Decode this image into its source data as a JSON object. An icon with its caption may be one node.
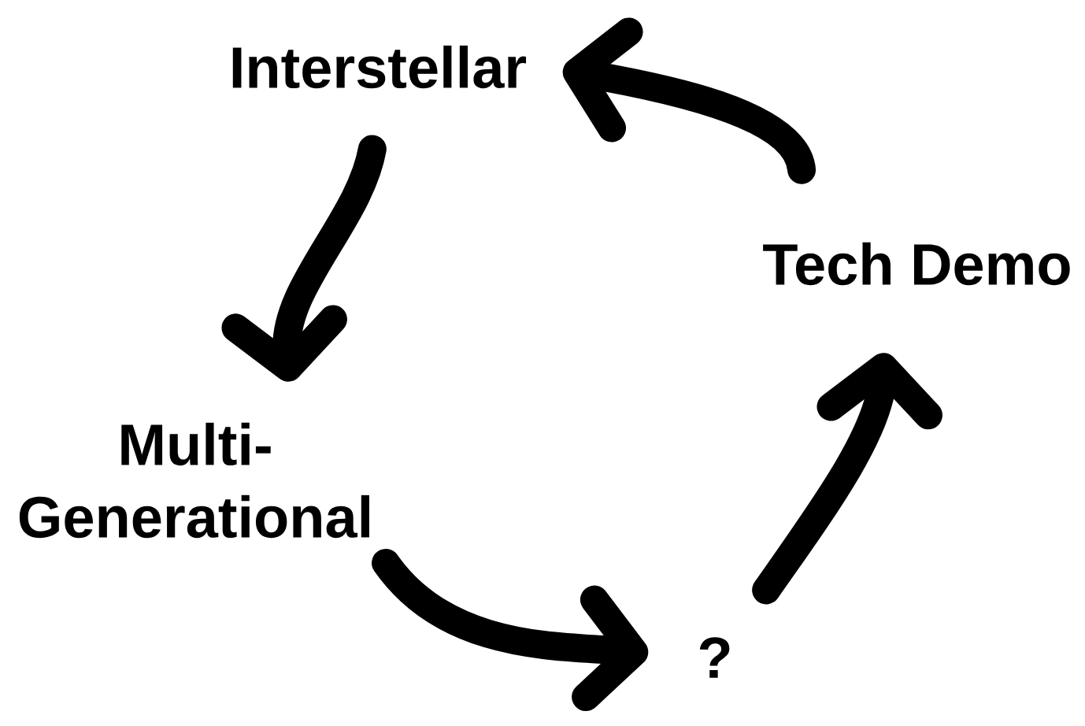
{
  "diagram": {
    "nodes": [
      {
        "text": [
          "Interstellar"
        ]
      },
      {
        "text": [
          "Tech Demo"
        ]
      },
      {
        "text": [
          "Multi-Generational"
        ]
      },
      {
        "text": [
          "?"
        ]
      }
    ],
    "edges": [
      {
        "from": 1,
        "to": 0,
        "arrow": "to"
      },
      {
        "from": 0,
        "to": 2,
        "arrow": "to"
      },
      {
        "from": 2,
        "to": 3,
        "arrow": "to"
      },
      {
        "from": 3,
        "to": 1,
        "arrow": "to"
      }
    ]
  }
}
